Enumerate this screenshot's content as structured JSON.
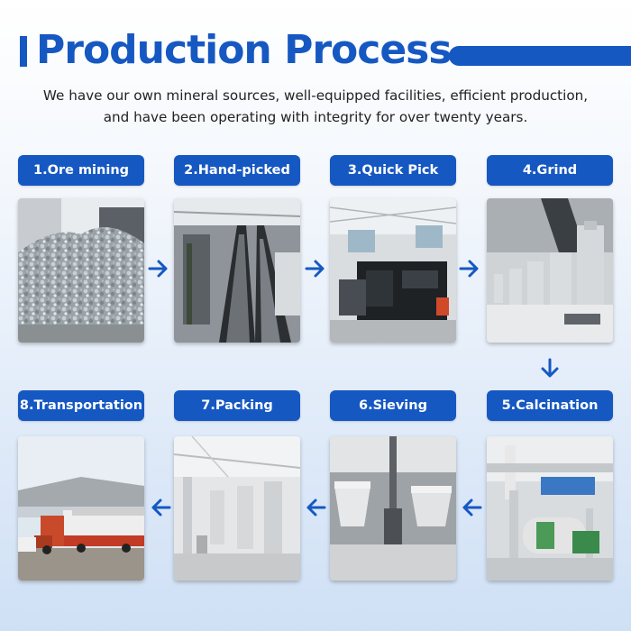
{
  "header": {
    "title": "Production Process",
    "subtitle_line1": "We have our own mineral sources, well-equipped facilities, efficient production,",
    "subtitle_line2": "and have been operating with integrity for over twenty years."
  },
  "steps": [
    {
      "label": "1.Ore mining"
    },
    {
      "label": "2.Hand-picked"
    },
    {
      "label": "3.Quick Pick"
    },
    {
      "label": "4.Grind"
    },
    {
      "label": "5.Calcination"
    },
    {
      "label": "6.Sieving"
    },
    {
      "label": "7.Packing"
    },
    {
      "label": "8.Transportation"
    }
  ],
  "colors": {
    "accent": "#1658c2",
    "text": "#222222"
  },
  "icons": {
    "flow_arrow": "arrow-icon"
  }
}
